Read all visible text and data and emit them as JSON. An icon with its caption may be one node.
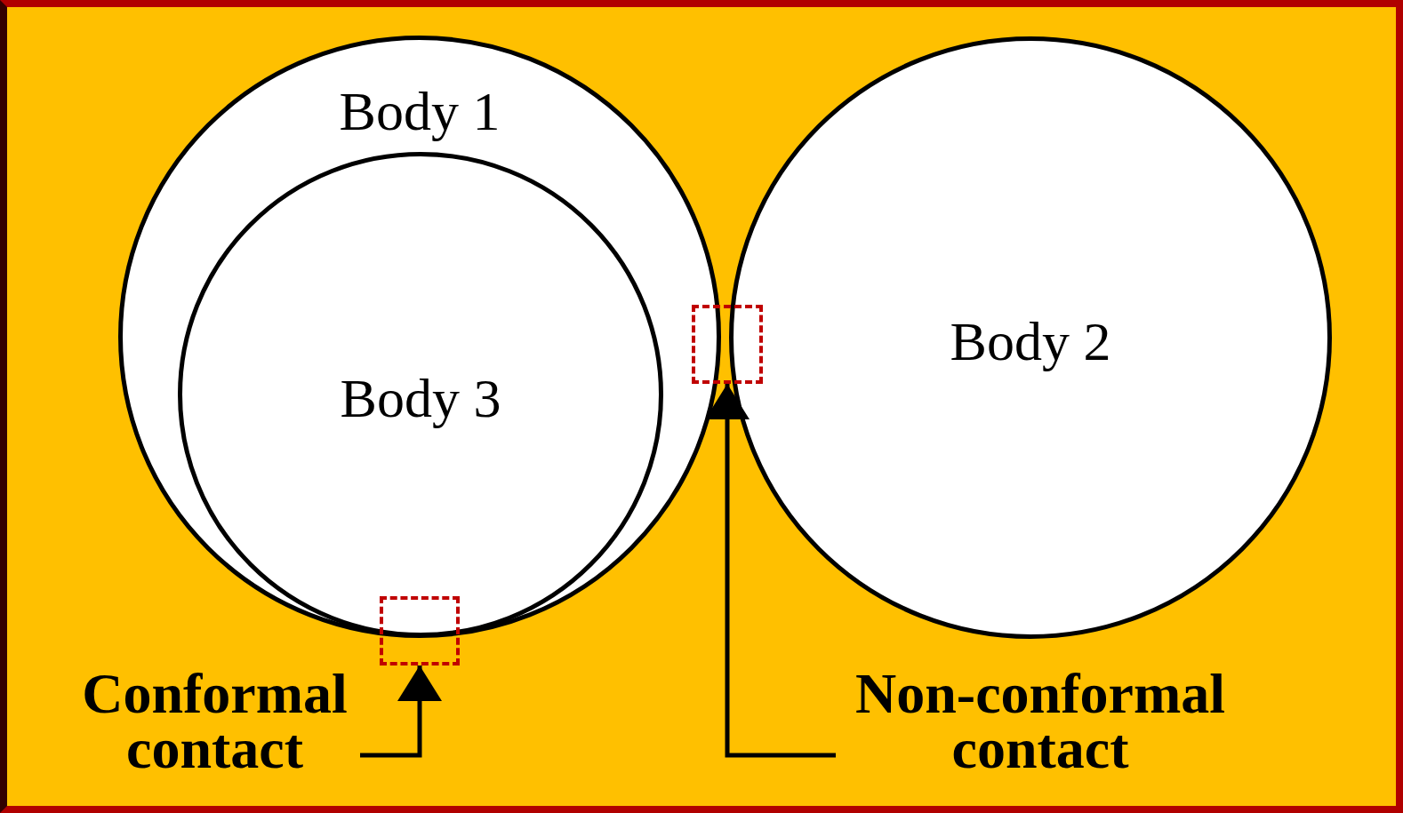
{
  "diagram": {
    "nodes": [
      {
        "text": [
          "Body 1"
        ]
      },
      {
        "text": [
          "Body 3"
        ],
        "in": 0
      },
      {
        "text": [
          "Body 2"
        ]
      },
      {
        "text": [],
        "shape": "box"
      },
      {
        "text": [],
        "shape": "box"
      },
      {
        "text": [
          "Conformal contact"
        ]
      },
      {
        "text": [
          "Non-conformal contact"
        ]
      }
    ],
    "edges": [
      {
        "from": 5,
        "to": 3,
        "arrow": "to"
      },
      {
        "from": 6,
        "to": 4,
        "arrow": "to"
      }
    ]
  }
}
